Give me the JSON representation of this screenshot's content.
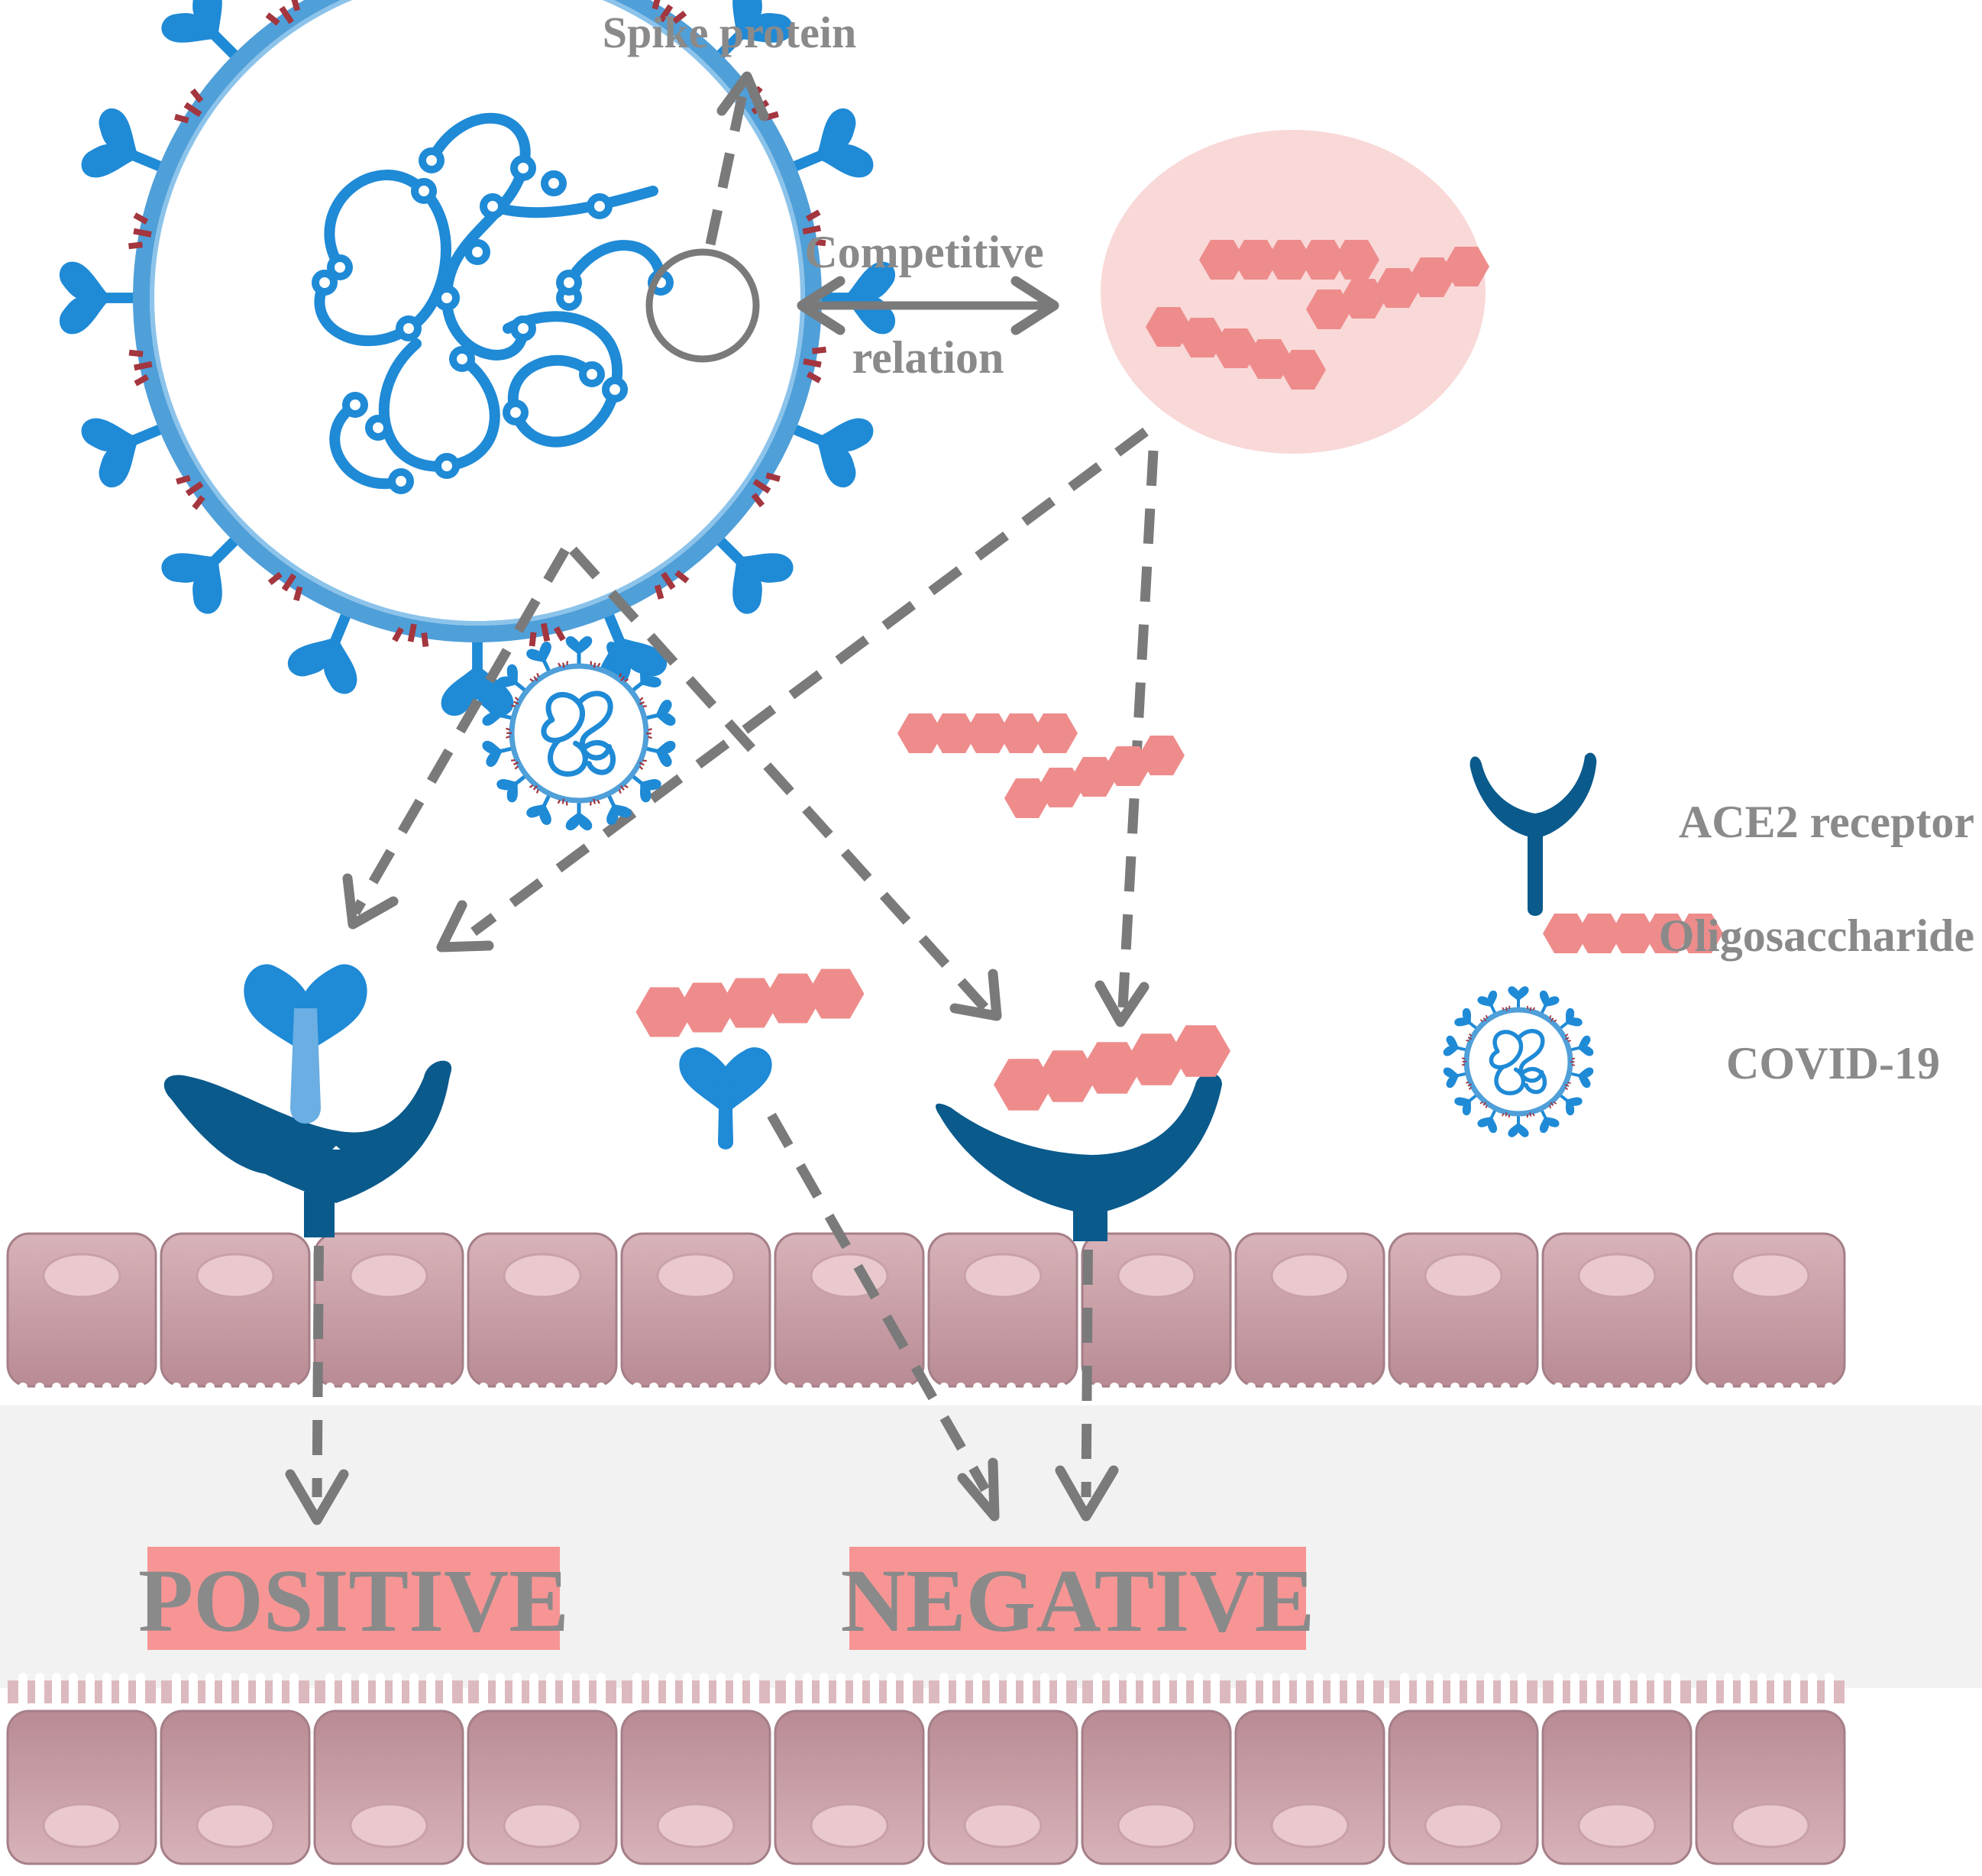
{
  "labels": {
    "spike_protein": "Spike protein",
    "competitive_line1": "Competitive",
    "competitive_line2": "relation",
    "positive": "POSITIVE",
    "negative": "NEGATIVE"
  },
  "legend": {
    "items": [
      {
        "icon": "ace2-receptor-icon",
        "label": "ACE2 receptor"
      },
      {
        "icon": "oligosaccharide-icon",
        "label": "Oligosaccharide"
      },
      {
        "icon": "covid-virus-icon",
        "label": "COVID-19"
      }
    ]
  },
  "colors": {
    "virus_blue": "#1f8ad6",
    "receptor_navy": "#0a5a8c",
    "oligo_pink": "#ee8c8c",
    "spike_red": "#a3363f",
    "cell_mauve": "#c49aa3",
    "label_box": "#f79595",
    "arrow_grey": "#7a7a7a",
    "pink_blob": "#f9d8d8"
  }
}
